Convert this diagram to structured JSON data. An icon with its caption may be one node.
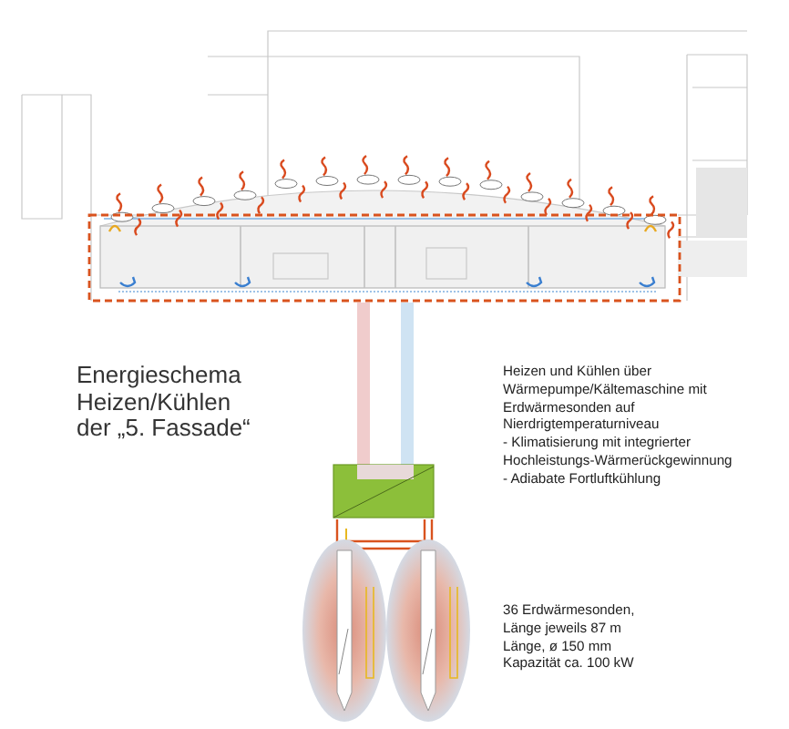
{
  "diagram": {
    "title": "Energieschema Heizen/Kühlen der „5. Fassade“",
    "labels": [
      "Heizen und Kühlen über Wärmepumpe/Kältemaschine mit Erdwärmesonden auf Nierdrigtemperaturniveau",
      "- Klimatisierung mit integrierter Hochleistungs-Wärmerückgewinnung",
      "- Adiabate Fortluftkühlung",
      "36 Erdwärmesonden, Länge jeweils 87 m Länge, ø 150 mm Kapazität ca. 100 kW"
    ]
  }
}
